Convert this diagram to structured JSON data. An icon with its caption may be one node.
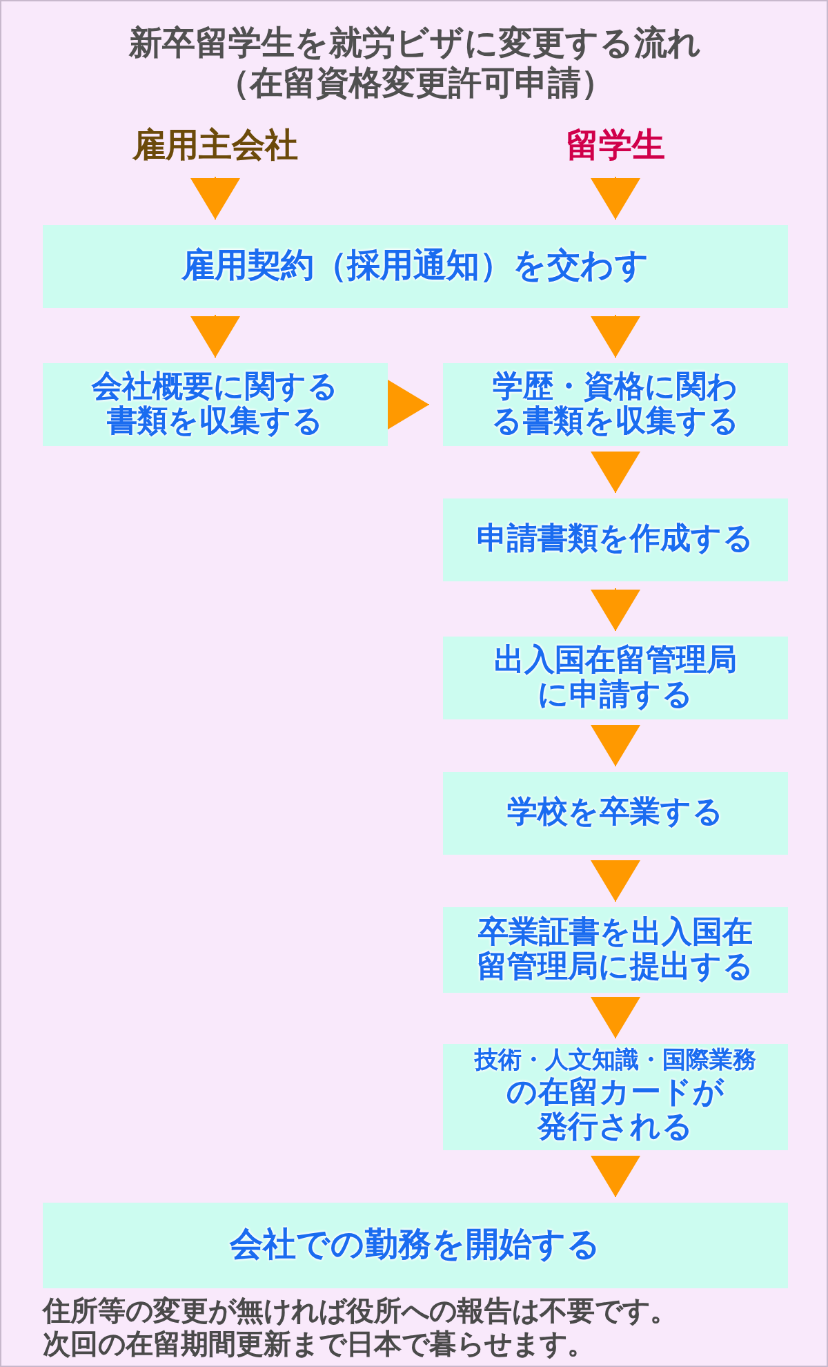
{
  "diagram": {
    "title": "新卒留学生を就労ビザに変更する流れ（在留資格変更許可申請）",
    "nodes": [
      {
        "text": [
          "雇用主会社"
        ]
      },
      {
        "text": [
          "留学生"
        ]
      },
      {
        "text": [
          "雇用契約（採用通知）を交わす"
        ]
      },
      {
        "text": [
          "会社概要に関する書類を収集する"
        ]
      },
      {
        "text": [
          "学歴・資格に関わる書類を収集する"
        ]
      },
      {
        "text": [
          "申請書類を作成する"
        ]
      },
      {
        "text": [
          "出入国在留管理局に申請する"
        ]
      },
      {
        "text": [
          "学校を卒業する"
        ]
      },
      {
        "text": [
          "卒業証書を出入国在留管理局に提出する"
        ]
      },
      {
        "text": [
          "技術・人文知識・国際業務",
          "の在留カードが発行される"
        ]
      },
      {
        "text": [
          "会社での勤務を開始する"
        ]
      }
    ],
    "edges": [
      {
        "from": 0,
        "to": 2,
        "arrow": "to"
      },
      {
        "from": 1,
        "to": 2,
        "arrow": "to"
      },
      {
        "from": 2,
        "to": 3,
        "arrow": "to"
      },
      {
        "from": 2,
        "to": 4,
        "arrow": "to"
      },
      {
        "from": 3,
        "to": 4,
        "arrow": "to"
      },
      {
        "from": 4,
        "to": 5,
        "arrow": "to"
      },
      {
        "from": 5,
        "to": 6,
        "arrow": "to"
      },
      {
        "from": 6,
        "to": 7,
        "arrow": "to"
      },
      {
        "from": 7,
        "to": 8,
        "arrow": "to"
      },
      {
        "from": 8,
        "to": 9,
        "arrow": "to"
      },
      {
        "from": 9,
        "to": 10,
        "arrow": "to"
      }
    ],
    "labels": [
      "住所等の変更が無ければ役所への報告は不要です。次回の在留期間更新まで日本で暮らせます。"
    ]
  }
}
